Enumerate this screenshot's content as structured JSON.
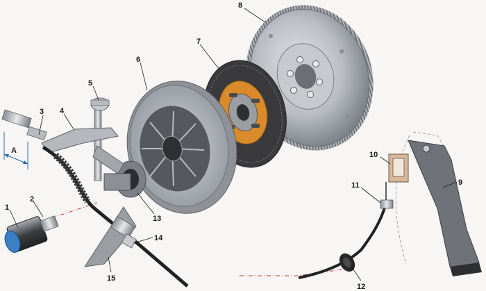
{
  "diagram": {
    "callouts": [
      "1",
      "2",
      "3",
      "4",
      "5",
      "6",
      "7",
      "8",
      "9",
      "10",
      "11",
      "12",
      "13",
      "14",
      "15"
    ],
    "dimension_label": "A"
  },
  "colors": {
    "background": "#f7f6f4",
    "metal_light": "#cfd2d6",
    "metal_mid": "#9ea3a8",
    "metal_dark": "#5d6166",
    "friction_lining": "#3a3a3c",
    "hub_orange": "#d98a2b",
    "rubber_black": "#262626",
    "bolt_blue": "#3b7fc4",
    "dimension_blue": "#2a68b0",
    "leader_red": "#c23b2a"
  }
}
